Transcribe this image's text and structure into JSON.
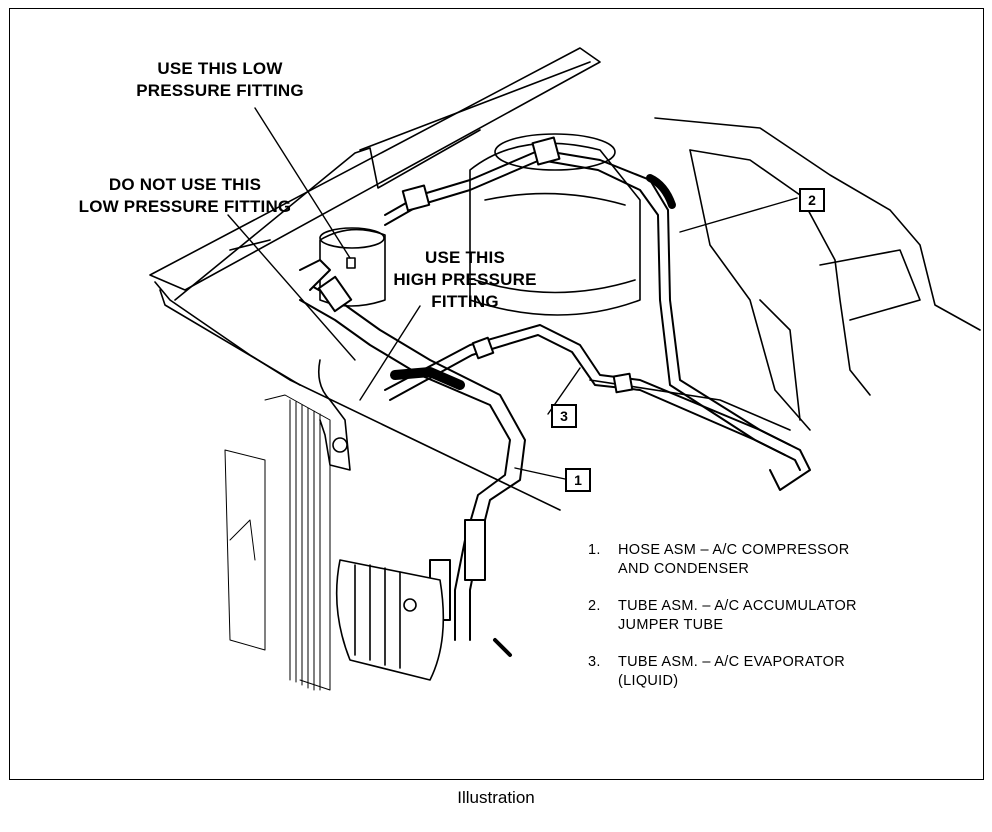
{
  "callouts": {
    "low_use": [
      "USE THIS LOW",
      "PRESSURE FITTING"
    ],
    "low_do_not_use": [
      "DO NOT USE THIS",
      "LOW PRESSURE FITTING"
    ],
    "high_use": [
      "USE THIS",
      "HIGH PRESSURE",
      "FITTING"
    ]
  },
  "tags": [
    "1",
    "2",
    "3"
  ],
  "legend": [
    {
      "number": "1.",
      "lines": [
        "HOSE ASM – A/C COMPRESSOR",
        "AND CONDENSER"
      ]
    },
    {
      "number": "2.",
      "lines": [
        "TUBE ASM. – A/C ACCUMULATOR",
        "JUMPER TUBE"
      ]
    },
    {
      "number": "3.",
      "lines": [
        "TUBE ASM. – A/C EVAPORATOR",
        "(LIQUID)"
      ]
    }
  ],
  "caption": "Illustration"
}
